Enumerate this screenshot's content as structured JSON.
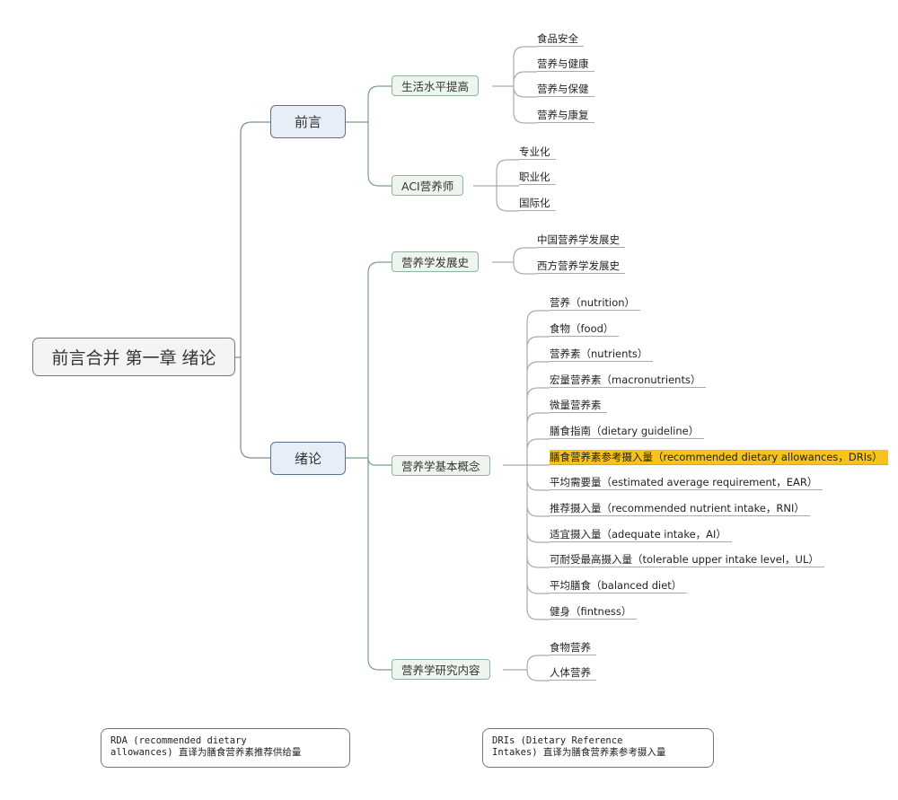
{
  "root": {
    "label": "前言合并 第一章 绪论"
  },
  "branches": [
    {
      "label": "前言",
      "children": [
        {
          "label": "生活水平提高",
          "leaves": [
            "食品安全",
            "营养与健康",
            "营养与保健",
            "营养与康复"
          ]
        },
        {
          "label": "ACI营养师",
          "leaves": [
            "专业化",
            "职业化",
            "国际化"
          ]
        }
      ]
    },
    {
      "label": "绪论",
      "children": [
        {
          "label": "营养学发展史",
          "leaves": [
            "中国营养学发展史",
            "西方营养学发展史"
          ]
        },
        {
          "label": "营养学基本概念",
          "leaves": [
            "营养（nutrition）",
            "食物（food）",
            "营养素（nutrients）",
            "宏量营养素（macronutrients）",
            "微量营养素",
            "膳食指南（dietary guideline）",
            "膳食营养素参考摄入量（recommended dietary allowances，DRIs）",
            "平均需要量（estimated average requirement，EAR）",
            "推荐摄入量（recommended nutrient intake，RNI）",
            "适宜摄入量（adequate intake，AI）",
            "可耐受最高摄入量（tolerable upper intake level，UL）",
            "平均膳食（balanced diet）",
            "健身（fintness）"
          ],
          "highlighted_leaf_index": 6,
          "highlight_color": "#f7c21a"
        },
        {
          "label": "营养学研究内容",
          "leaves": [
            "食物营养",
            "人体营养"
          ]
        }
      ]
    }
  ],
  "notes": [
    {
      "line1": "RDA (recommended dietary",
      "line2": "allowances) 直译为膳食营养素推荐供给量"
    },
    {
      "line1": "DRIs (Dietary Reference",
      "line2": "Intakes) 直译为膳食营养素参考摄入量"
    }
  ]
}
